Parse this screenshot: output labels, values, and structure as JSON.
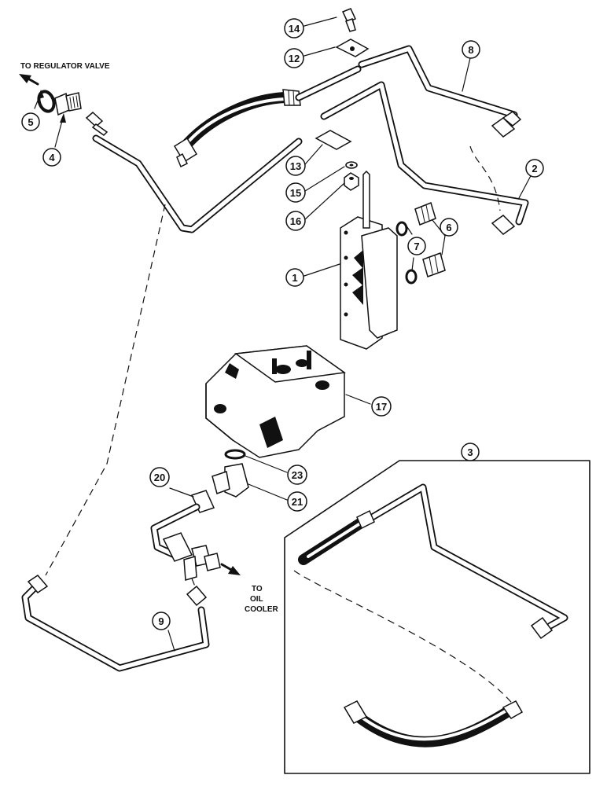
{
  "notes": {
    "to_regulator_valve": "TO REGULATOR VALVE",
    "to_oil_cooler": [
      "TO",
      "OIL",
      "COOLER"
    ]
  },
  "callouts": {
    "c1": "1",
    "c2": "2",
    "c3": "3",
    "c4": "4",
    "c5": "5",
    "c6": "6",
    "c7": "7",
    "c8": "8",
    "c9": "9",
    "c12": "12",
    "c13": "13",
    "c14": "14",
    "c15": "15",
    "c16": "16",
    "c17": "17",
    "c20": "20",
    "c21": "21",
    "c23": "23"
  }
}
